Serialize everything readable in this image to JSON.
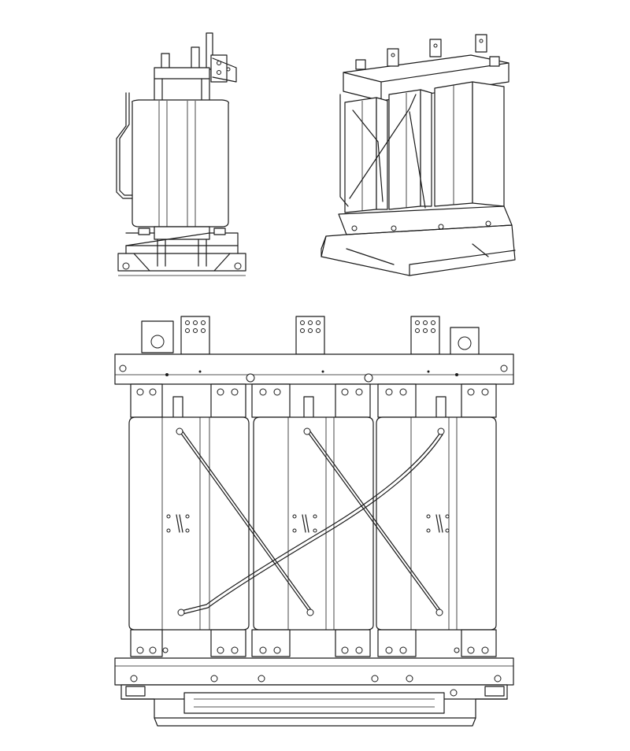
{
  "figure": {
    "description_views": [
      "side-view",
      "isometric-view",
      "front-view"
    ],
    "line_color": "#1a1a1a",
    "background_color": "#ffffff"
  }
}
